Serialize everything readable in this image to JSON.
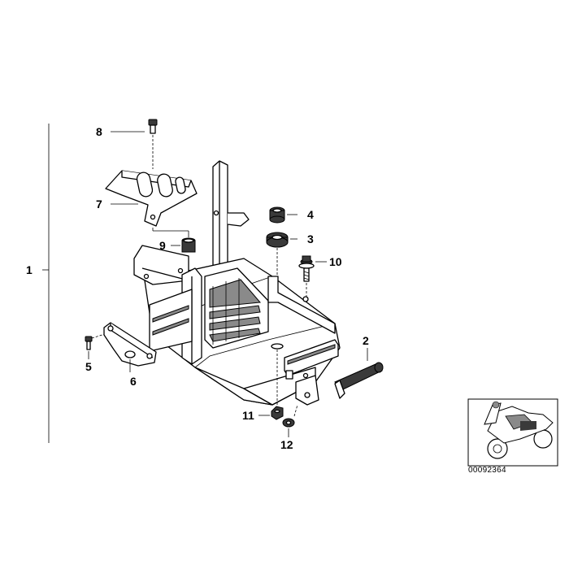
{
  "callouts": {
    "c1": "1",
    "c2": "2",
    "c3": "3",
    "c4": "4",
    "c5": "5",
    "c6": "6",
    "c7": "7",
    "c8": "8",
    "c9": "9",
    "c10": "10",
    "c11": "11",
    "c12": "12"
  },
  "thumbnail": {
    "caption": "00092364"
  }
}
